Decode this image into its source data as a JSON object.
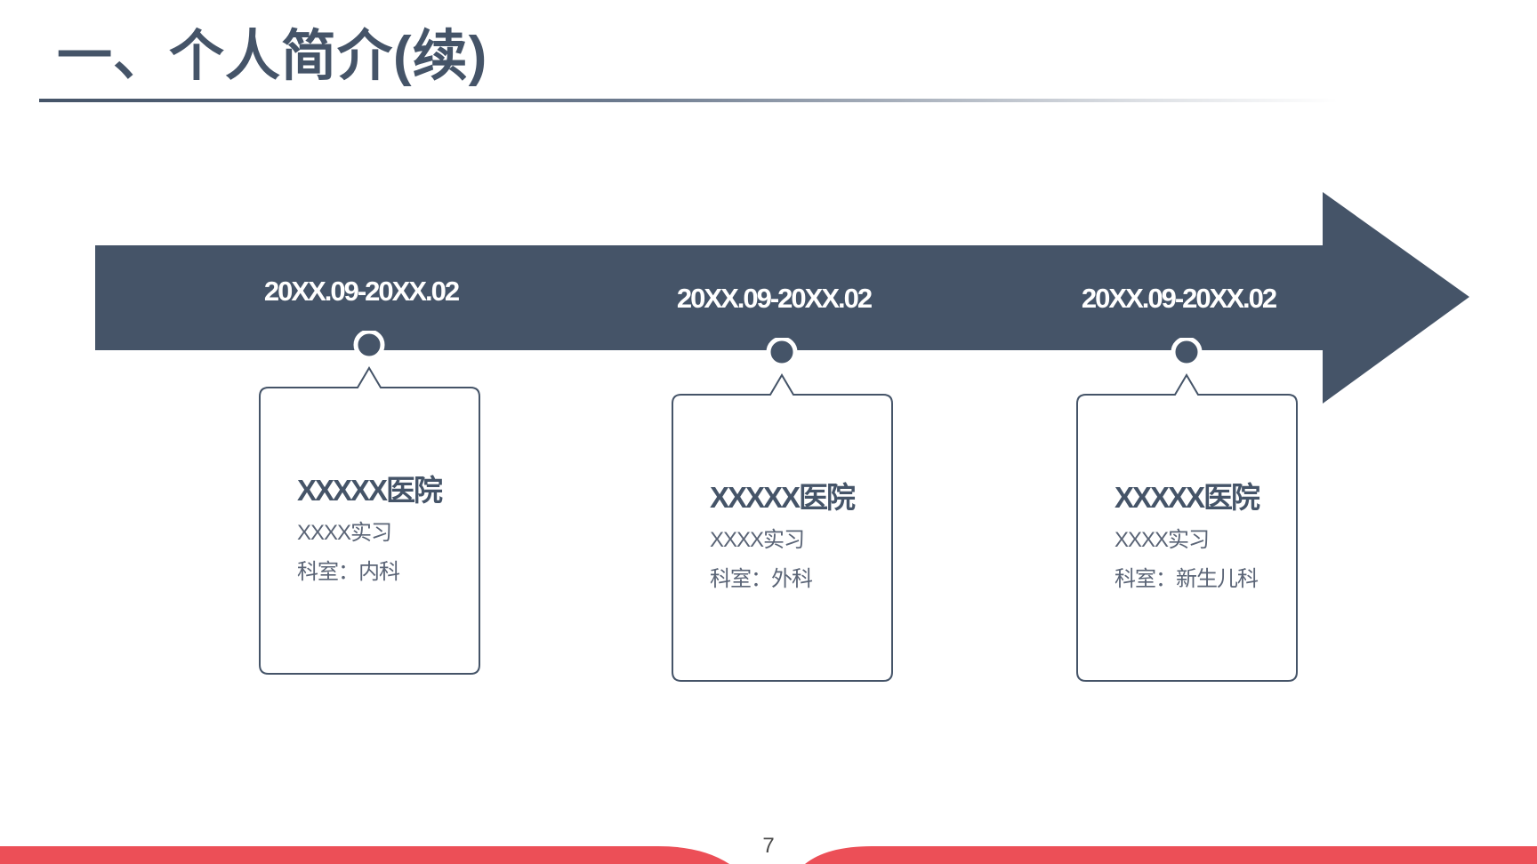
{
  "slide": {
    "title": "一、个人简介(续)",
    "page_number": "7"
  },
  "timeline": [
    {
      "date": "20XX.09-20XX.02",
      "hospital": "XXXXX医院",
      "role": "XXXX实习",
      "department": "科室：内科"
    },
    {
      "date": "20XX.09-20XX.02",
      "hospital": "XXXXX医院",
      "role": "XXXX实习",
      "department": "科室：外科"
    },
    {
      "date": "20XX.09-20XX.02",
      "hospital": "XXXXX医院",
      "role": "XXXX实习",
      "department": "科室：新生儿科"
    }
  ],
  "colors": {
    "primary": "#455468",
    "accent": "#ec4f57",
    "background": "#ffffff"
  }
}
